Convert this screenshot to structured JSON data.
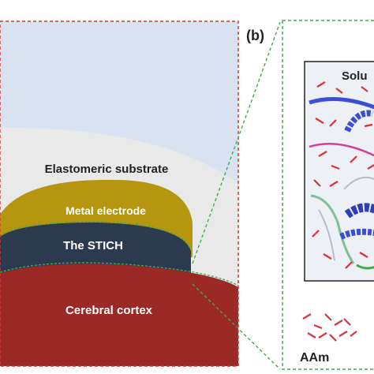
{
  "panel_a": {
    "layers": {
      "substrate": "Elastomeric substrate",
      "electrode": "Metal electrode",
      "stich": "The STICH",
      "cortex": "Cerebral cortex"
    }
  },
  "panel_b": {
    "label": "(b)",
    "solution": "Solu",
    "legend_monomer": "AAm"
  },
  "colors": {
    "sky": "#d9e2f1",
    "substrate": "#e9e9e9",
    "electrode": "#b6960e",
    "stich": "#2c3a4f",
    "cortex": "#9b2a26",
    "frame_red": "#d03a30",
    "frame_green": "#3cad4f",
    "monomer": "#d8323a",
    "chain_blue": "#3a4fd6",
    "chain_magenta": "#d63c98"
  }
}
